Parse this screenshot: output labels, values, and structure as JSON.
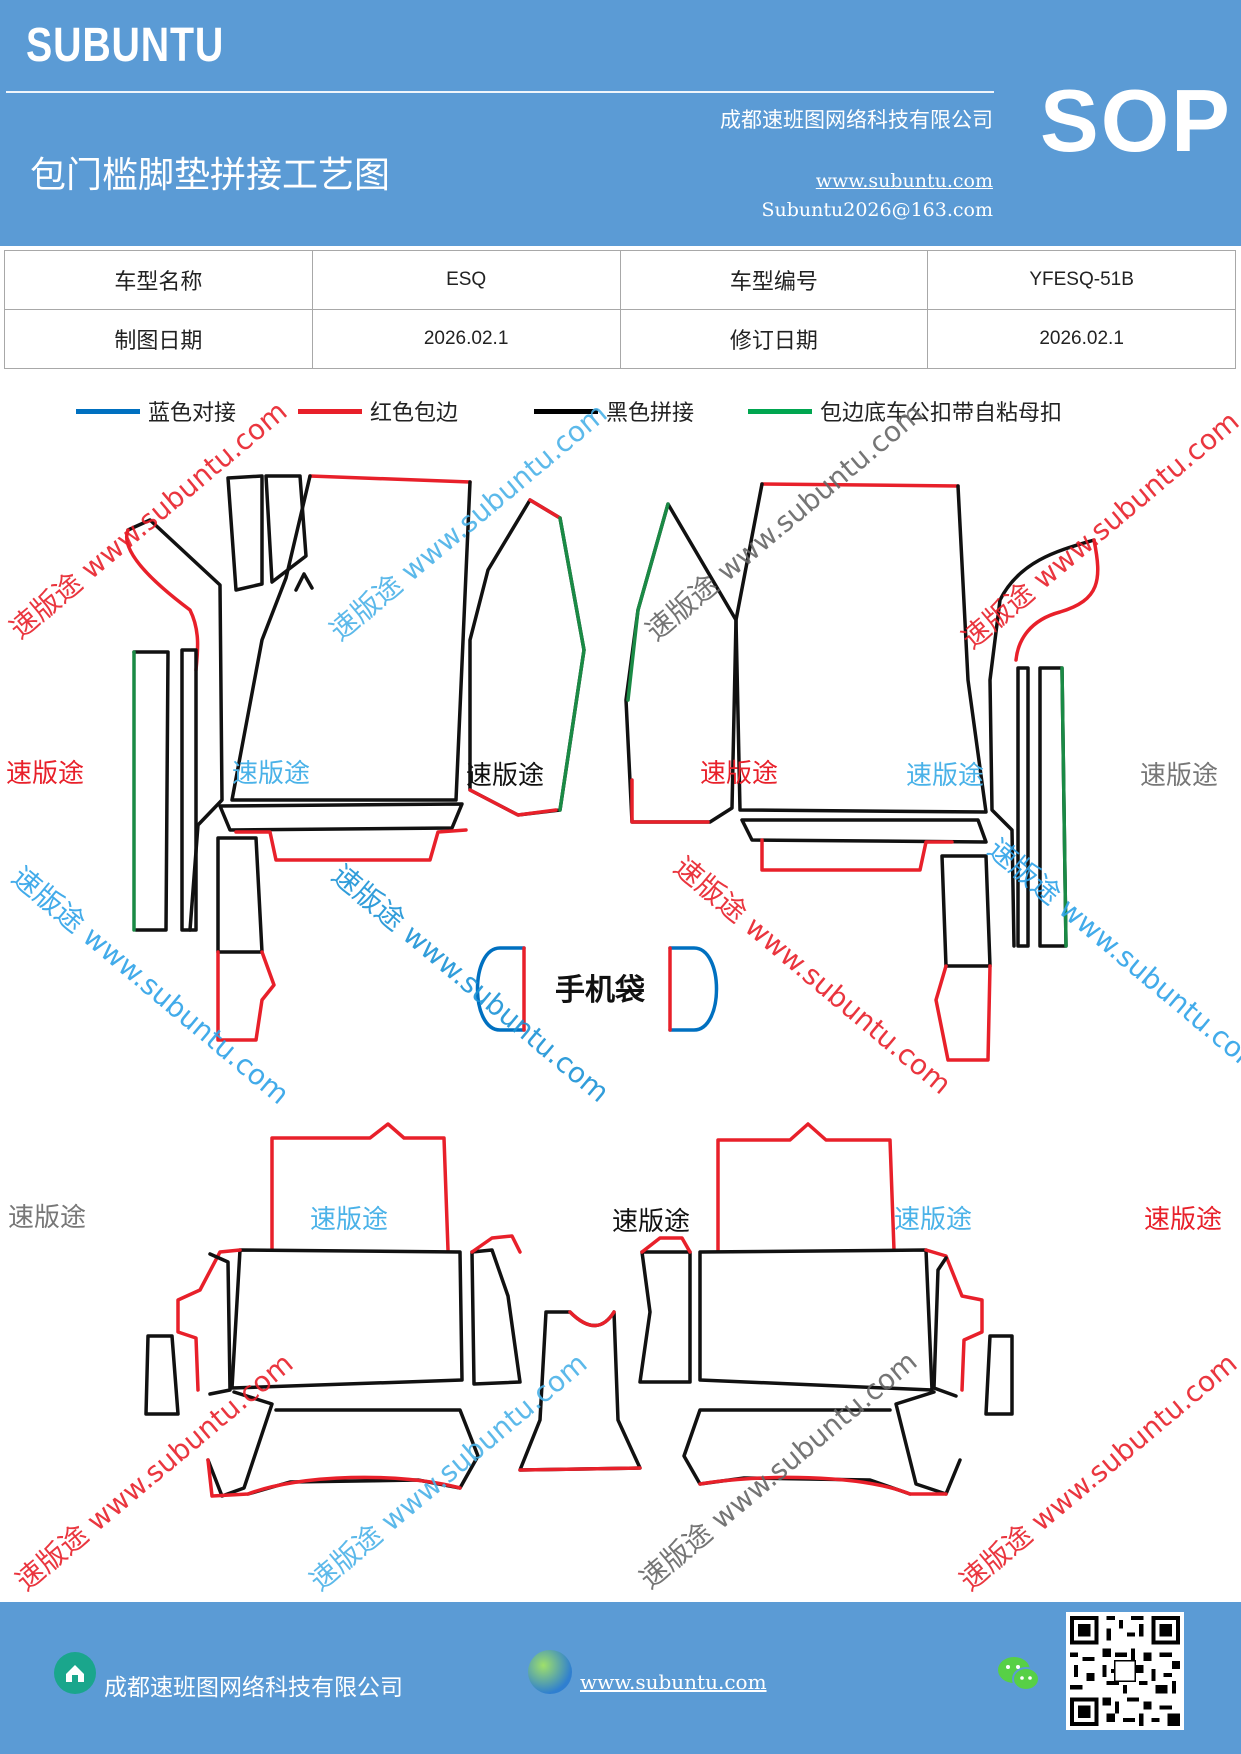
{
  "header": {
    "brand": "SUBUNTU",
    "company": "成都速班图网络科技有限公司",
    "sop": "SOP",
    "title": "包门槛脚垫拼接工艺图",
    "website": "www.subuntu.com",
    "email": "Subuntu2026@163.com"
  },
  "info": {
    "model_name_label": "车型名称",
    "model_name": "ESQ",
    "model_code_label": "车型编号",
    "model_code": "YFESQ-51B",
    "draw_date_label": "制图日期",
    "draw_date": "2026.02.1",
    "revise_date_label": "修订日期",
    "revise_date": "2026.02.1"
  },
  "legend": [
    {
      "label": "蓝色对接",
      "color": "#0070c0"
    },
    {
      "label": "红色包边",
      "color": "#e8202a"
    },
    {
      "label": "黑色拼接",
      "color": "#000000"
    },
    {
      "label": "包边底车公扣带自粘母扣",
      "color": "#00a650"
    }
  ],
  "diagram": {
    "phone_bag": "手机袋",
    "watermark_cn": "速版途",
    "watermark_url": "速版途 www.subuntu.com"
  },
  "colors": {
    "blue": "#0070c0",
    "red": "#e8202a",
    "green": "#1a8a45",
    "black": "#111111",
    "header": "#5b9bd5"
  },
  "footer": {
    "company": "成都速班图网络科技有限公司",
    "website": "www.subuntu.com"
  }
}
